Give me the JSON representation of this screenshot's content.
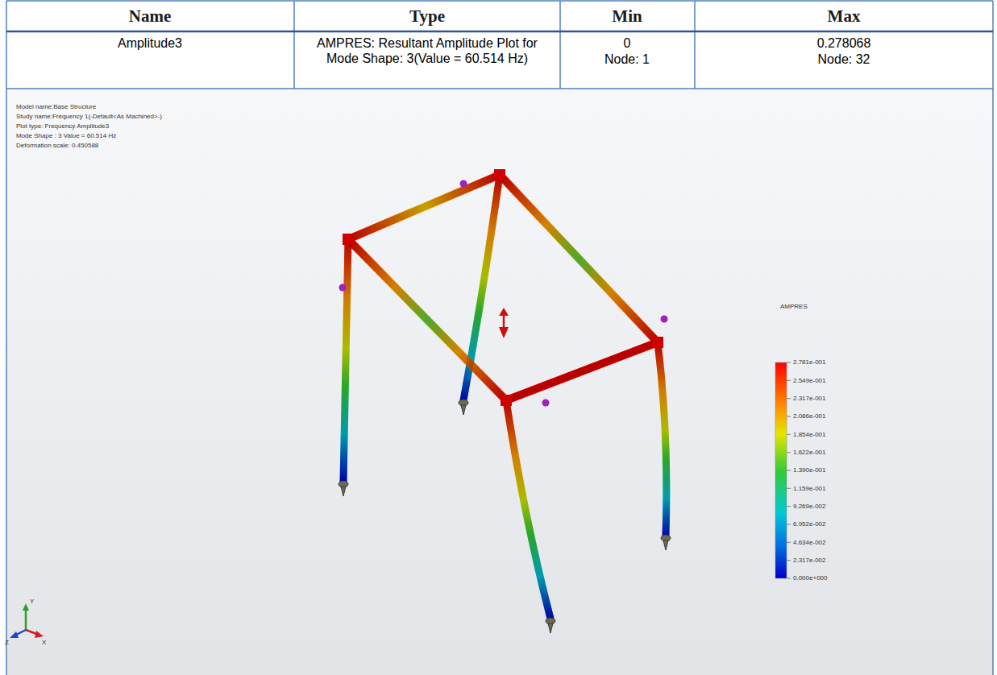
{
  "diagram": {
    "labels": [
      "Name",
      "Type",
      "Min",
      "Max",
      "Amplitude3",
      "AMPRES: Resultant Amplitude Plot for Mode Shape: 3(Value = 60.514 Hz)",
      "0",
      "Node: 1",
      "0.278068",
      "Node: 32",
      "Model name:Base Structure",
      "Study name:Frequency 1(-Default<As Machined>-)",
      "Plot type: Frequency Amplitude3",
      "Mode Shape : 3 Value =    60.514 Hz",
      "Deformation scale: 0.450588",
      "AMPRES",
      "2.781e-001",
      "2.549e-001",
      "2.317e-001",
      "2.086e-001",
      "1.854e-001",
      "1.622e-001",
      "1.390e-001",
      "1.159e-001",
      "9.269e-002",
      "6.952e-002",
      "4.634e-002",
      "2.317e-002",
      "0.000e+000",
      "Y",
      "Z",
      "X"
    ]
  }
}
